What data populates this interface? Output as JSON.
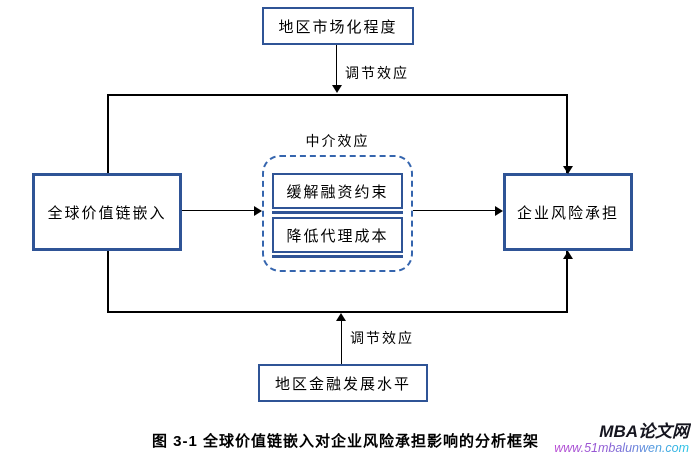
{
  "diagram": {
    "nodes": {
      "top": {
        "label": "地区市场化程度"
      },
      "left": {
        "label": "全球价值链嵌入"
      },
      "right": {
        "label": "企业风险承担"
      },
      "bottom": {
        "label": "地区金融发展水平"
      },
      "mediator1": {
        "label": "缓解融资约束"
      },
      "mediator2": {
        "label": "降低代理成本"
      }
    },
    "labels": {
      "moderation_top": "调节效应",
      "moderation_bottom": "调节效应",
      "mediation": "中介效应"
    },
    "colors": {
      "box_border": "#2F5496",
      "dashed_border": "#3565AE",
      "line": "#000000"
    }
  },
  "caption": "图 3-1 全球价值链嵌入对企业风险承担影响的分析框架",
  "watermark": {
    "site_name": "MBA论文网",
    "site_url": "www.51mbalunwen.com",
    "url_gradient_start": "#e840cf",
    "url_gradient_end": "#24c6e6"
  }
}
